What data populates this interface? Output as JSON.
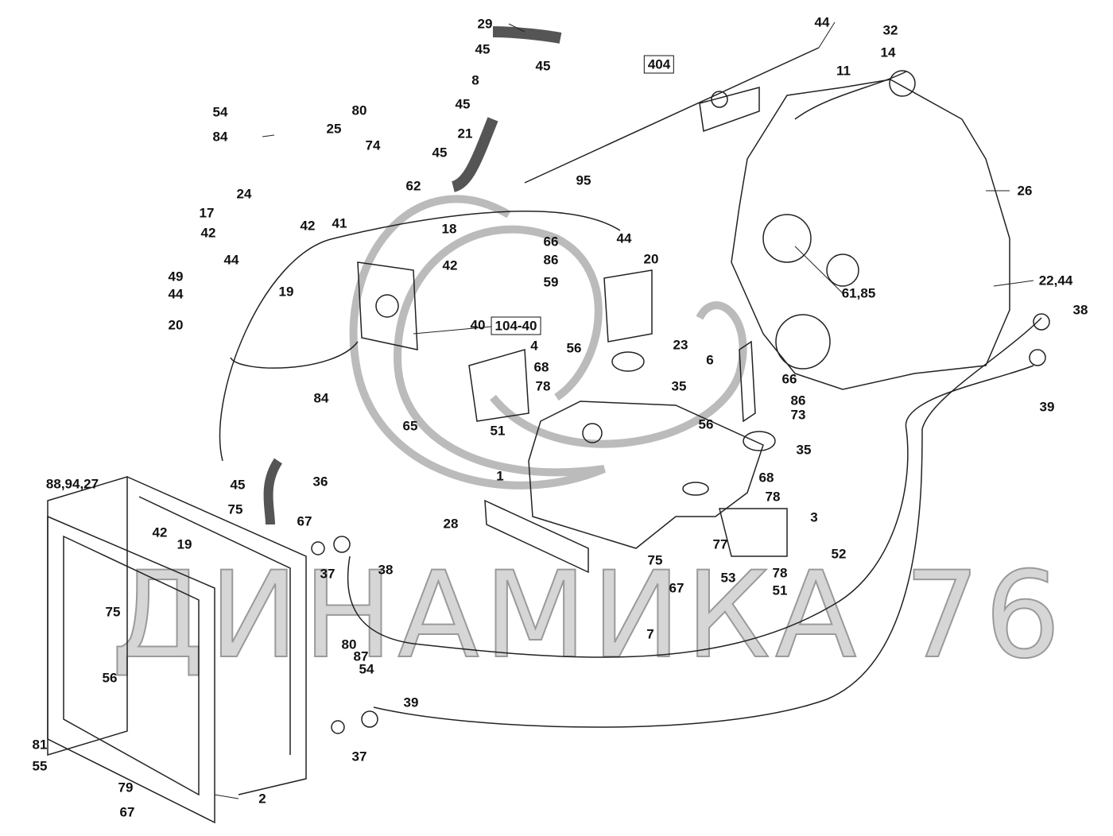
{
  "diagram": {
    "watermark": "ДИНАМИКА 76",
    "boxed_labels": [
      "404",
      "104-40"
    ],
    "callouts": [
      "29",
      "45",
      "45",
      "8",
      "45",
      "21",
      "45",
      "54",
      "84",
      "25",
      "80",
      "74",
      "62",
      "24",
      "95",
      "17",
      "42",
      "42",
      "41",
      "18",
      "42",
      "44",
      "49",
      "44",
      "19",
      "20",
      "40",
      "66",
      "86",
      "59",
      "44",
      "20",
      "56",
      "23",
      "4",
      "68",
      "78",
      "35",
      "84",
      "65",
      "51",
      "6",
      "66",
      "86",
      "73",
      "56",
      "35",
      "1",
      "68",
      "78",
      "3",
      "28",
      "77",
      "52",
      "75",
      "53",
      "78",
      "67",
      "51",
      "7",
      "88,94,27",
      "45",
      "36",
      "75",
      "67",
      "42",
      "19",
      "37",
      "38",
      "75",
      "56",
      "80",
      "87",
      "54",
      "39",
      "37",
      "81",
      "55",
      "79",
      "67",
      "2",
      "44",
      "32",
      "14",
      "11",
      "26",
      "22,44",
      "61,85",
      "38",
      "39"
    ]
  }
}
